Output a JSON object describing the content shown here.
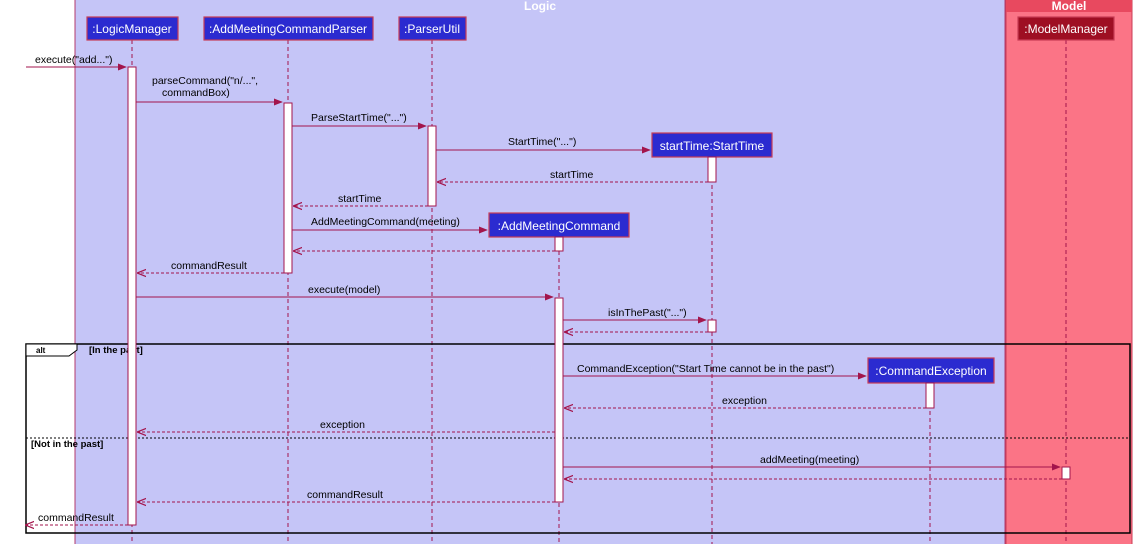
{
  "frames": {
    "logic": "Logic",
    "model": "Model"
  },
  "participants": {
    "logic_manager": ":LogicManager",
    "parser": ":AddMeetingCommandParser",
    "parser_util": ":ParserUtil",
    "start_time": "startTime:StartTime",
    "add_meeting_command": ":AddMeetingCommand",
    "command_exception": ":CommandException",
    "model_manager": ":ModelManager"
  },
  "messages": {
    "m1": "execute(\"add...\")",
    "m2_line1": "parseCommand(\"n/...\",",
    "m2_line2": "commandBox)",
    "m3": "ParseStartTime(\"...\")",
    "m4": "StartTime(\"...\")",
    "m5": "startTime",
    "m6": "startTime",
    "m7": "AddMeetingCommand(meeting)",
    "m8": "commandResult",
    "m9": "execute(model)",
    "m10": "isInThePast(\"...\")",
    "m11": "CommandException(\"Start Time cannot be in the past\")",
    "m12": "exception",
    "m13": "exception",
    "m14": "addMeeting(meeting)",
    "m15": "commandResult",
    "m16": "commandResult"
  },
  "alt": {
    "keyword": "alt",
    "guard1": "[In the past]",
    "guard2": "[Not in the past]"
  },
  "colors": {
    "logic_bg": "#c5c5f7",
    "logic_border": "#b43c6e",
    "model_bg": "#fb7486",
    "model_header": "#e8495f",
    "participant_blue": "#2b2bd0",
    "participant_red": "#9e0f23",
    "arrow": "#a3154c"
  }
}
